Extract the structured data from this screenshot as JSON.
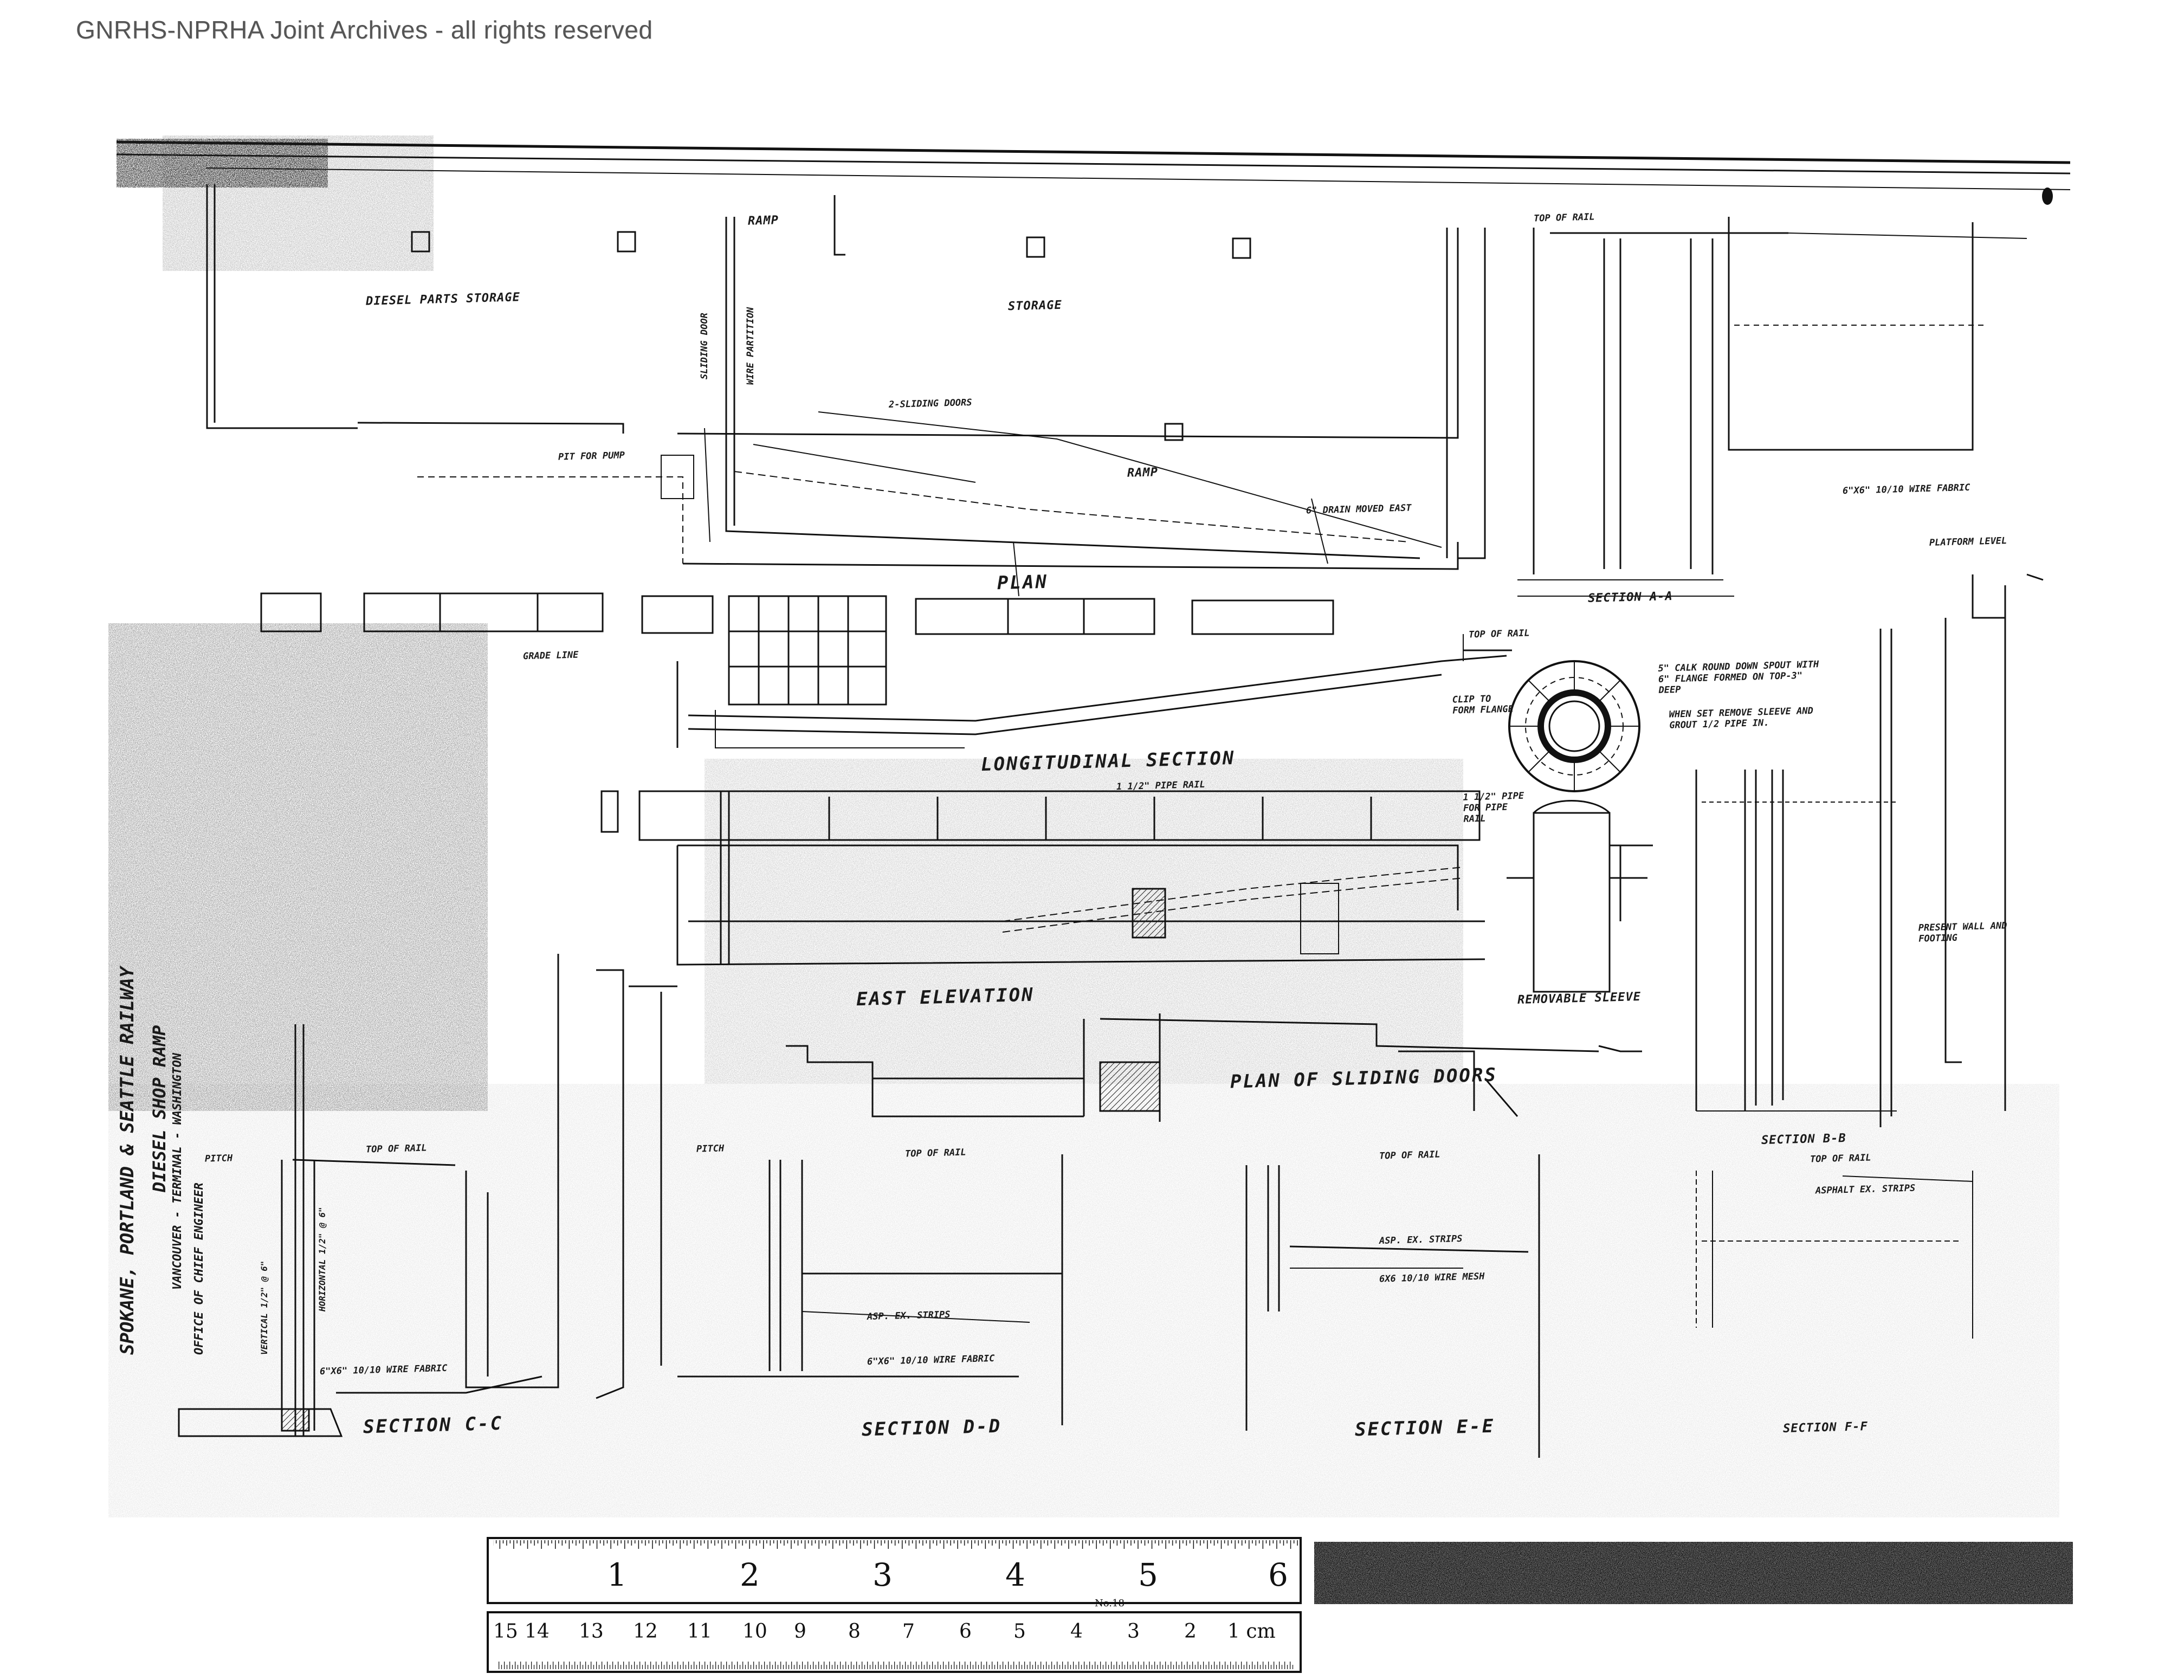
{
  "watermark": "GNRHS-NPRHA Joint Archives - all rights reserved",
  "title_block": {
    "line1": "SPOKANE, PORTLAND & SEATTLE RAILWAY",
    "line2": "DIESEL SHOP RAMP",
    "line3": "VANCOUVER - TERMINAL - WASHINGTON",
    "line4": "OFFICE OF CHIEF ENGINEER"
  },
  "labels": {
    "diesel_parts_storage": "DIESEL PARTS STORAGE",
    "storage": "STORAGE",
    "ramp_top": "RAMP",
    "ramp": "RAMP",
    "sliding_door": "SLIDING DOOR",
    "wire_partition": "WIRE PARTITION",
    "sliding_doors_2": "2-SLIDING DOORS",
    "pit_for_pump": "PIT FOR PUMP",
    "drain_moved": "6\" DRAIN MOVED EAST",
    "plan": "PLAN",
    "section_aa": "SECTION A-A",
    "top_of_rail": "TOP OF RAIL",
    "platform_level": "PLATFORM LEVEL",
    "wire_fabric": "6\"x6\" 10/10 WIRE FABRIC",
    "grade_line": "GRADE LINE",
    "longitudinal_section": "LONGITUDINAL SECTION",
    "clip_to_form_flange": "CLIP TO FORM FLANGE",
    "calk_note": "5\" CALK ROUND DOWN SPOUT WITH 6\" FLANGE FORMED ON TOP-3\" DEEP",
    "sleeve_note": "WHEN SET REMOVE SLEEVE AND GROUT 1/2 PIPE IN.",
    "pipe_rail": "1 1/2\" PIPE RAIL",
    "pipe_for_pipe_rail": "1 1/2\" PIPE FOR PIPE RAIL",
    "east_elevation": "EAST ELEVATION",
    "removable_sleeve": "REMOVABLE SLEEVE",
    "present_wall": "PRESENT WALL AND FOOTING",
    "plan_sliding_doors": "PLAN OF SLIDING DOORS",
    "section_bb": "SECTION B-B",
    "asphalt_strips": "ASPHALT EX. STRIPS",
    "section_cc": "SECTION C-C",
    "section_dd": "SECTION D-D",
    "section_ee": "SECTION E-E",
    "section_ff": "SECTION F-F",
    "pitch": "PITCH",
    "vertical_bars": "VERTICAL 1/2\" @ 6\"",
    "horizontal_bars": "HORIZONTAL 1/2\" @ 6\"",
    "asphalt_strips_2": "ASP. EX. STRIPS",
    "wire_mesh": "6x6 10/10 WIRE MESH"
  },
  "ruler": {
    "inch_numbers": [
      "1",
      "2",
      "3",
      "4",
      "5",
      "6"
    ],
    "cm_unit": "1 cm",
    "cm_numbers": [
      "2",
      "3",
      "4",
      "5",
      "6",
      "7",
      "8",
      "9",
      "10",
      "11",
      "12",
      "13",
      "14",
      "15"
    ],
    "model": "No.18"
  },
  "colors": {
    "ink": "#1a1a1a",
    "paper": "#ffffff",
    "watermark": "#555555"
  }
}
